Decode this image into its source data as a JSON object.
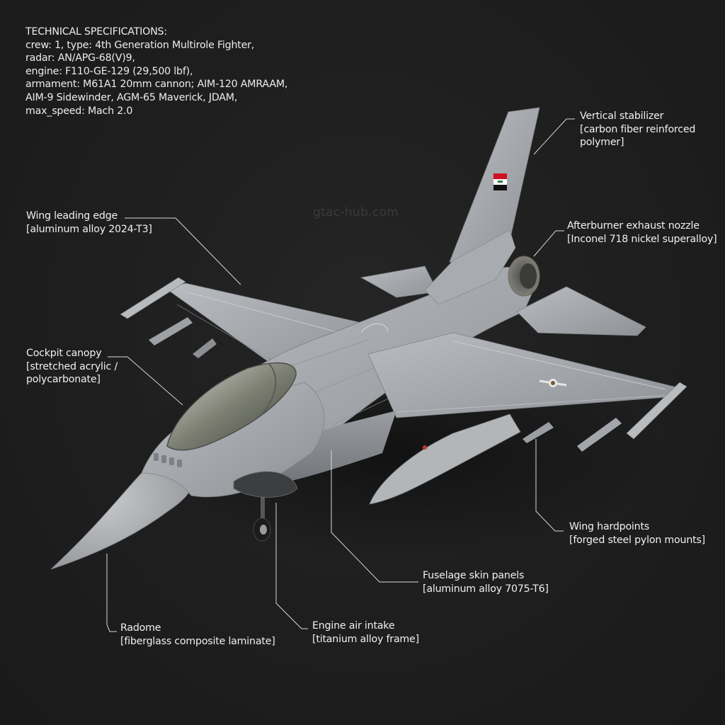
{
  "specs": {
    "title": "TECHNICAL SPECIFICATIONS:",
    "lines": [
      "crew: 1, type: 4th Generation Multirole Fighter,",
      "radar: AN/APG-68(V)9,",
      "engine: F110-GE-129 (29,500 lbf),",
      "armament: M61A1 20mm cannon; AIM-120 AMRAAM,",
      "AIM-9 Sidewinder, AGM-65 Maverick, JDAM,",
      "max_speed: Mach 2.0"
    ]
  },
  "watermark": "gtac-hub.com",
  "callouts": [
    {
      "id": "vertical-stabilizer",
      "name": "Vertical stabilizer",
      "material_lines": [
        "[carbon fiber reinforced",
        "polymer]"
      ]
    },
    {
      "id": "afterburner-nozzle",
      "name": "Afterburner exhaust nozzle",
      "material_lines": [
        "[Inconel 718 nickel superalloy]"
      ]
    },
    {
      "id": "wing-leading-edge",
      "name": "Wing leading edge",
      "material_lines": [
        "[aluminum alloy 2024-T3]"
      ]
    },
    {
      "id": "cockpit-canopy",
      "name": "Cockpit canopy",
      "material_lines": [
        "[stretched acrylic /",
        "polycarbonate]"
      ]
    },
    {
      "id": "wing-hardpoints",
      "name": "Wing hardpoints",
      "material_lines": [
        "[forged steel pylon mounts]"
      ]
    },
    {
      "id": "fuselage-skin",
      "name": "Fuselage skin panels",
      "material_lines": [
        "[aluminum alloy 7075-T6]"
      ]
    },
    {
      "id": "radome",
      "name": "Radome",
      "material_lines": [
        "[fiberglass composite laminate]"
      ]
    },
    {
      "id": "engine-intake",
      "name": "Engine air intake",
      "material_lines": [
        "[titanium alloy frame]"
      ]
    }
  ],
  "colors": {
    "background": "#1e1e1e",
    "airframe": "#a9acb0",
    "leader_line": "#d8d8d8",
    "text": "#f0f0f0",
    "flag_red": "#ce1126",
    "flag_white": "#ffffff",
    "flag_black": "#000000"
  }
}
